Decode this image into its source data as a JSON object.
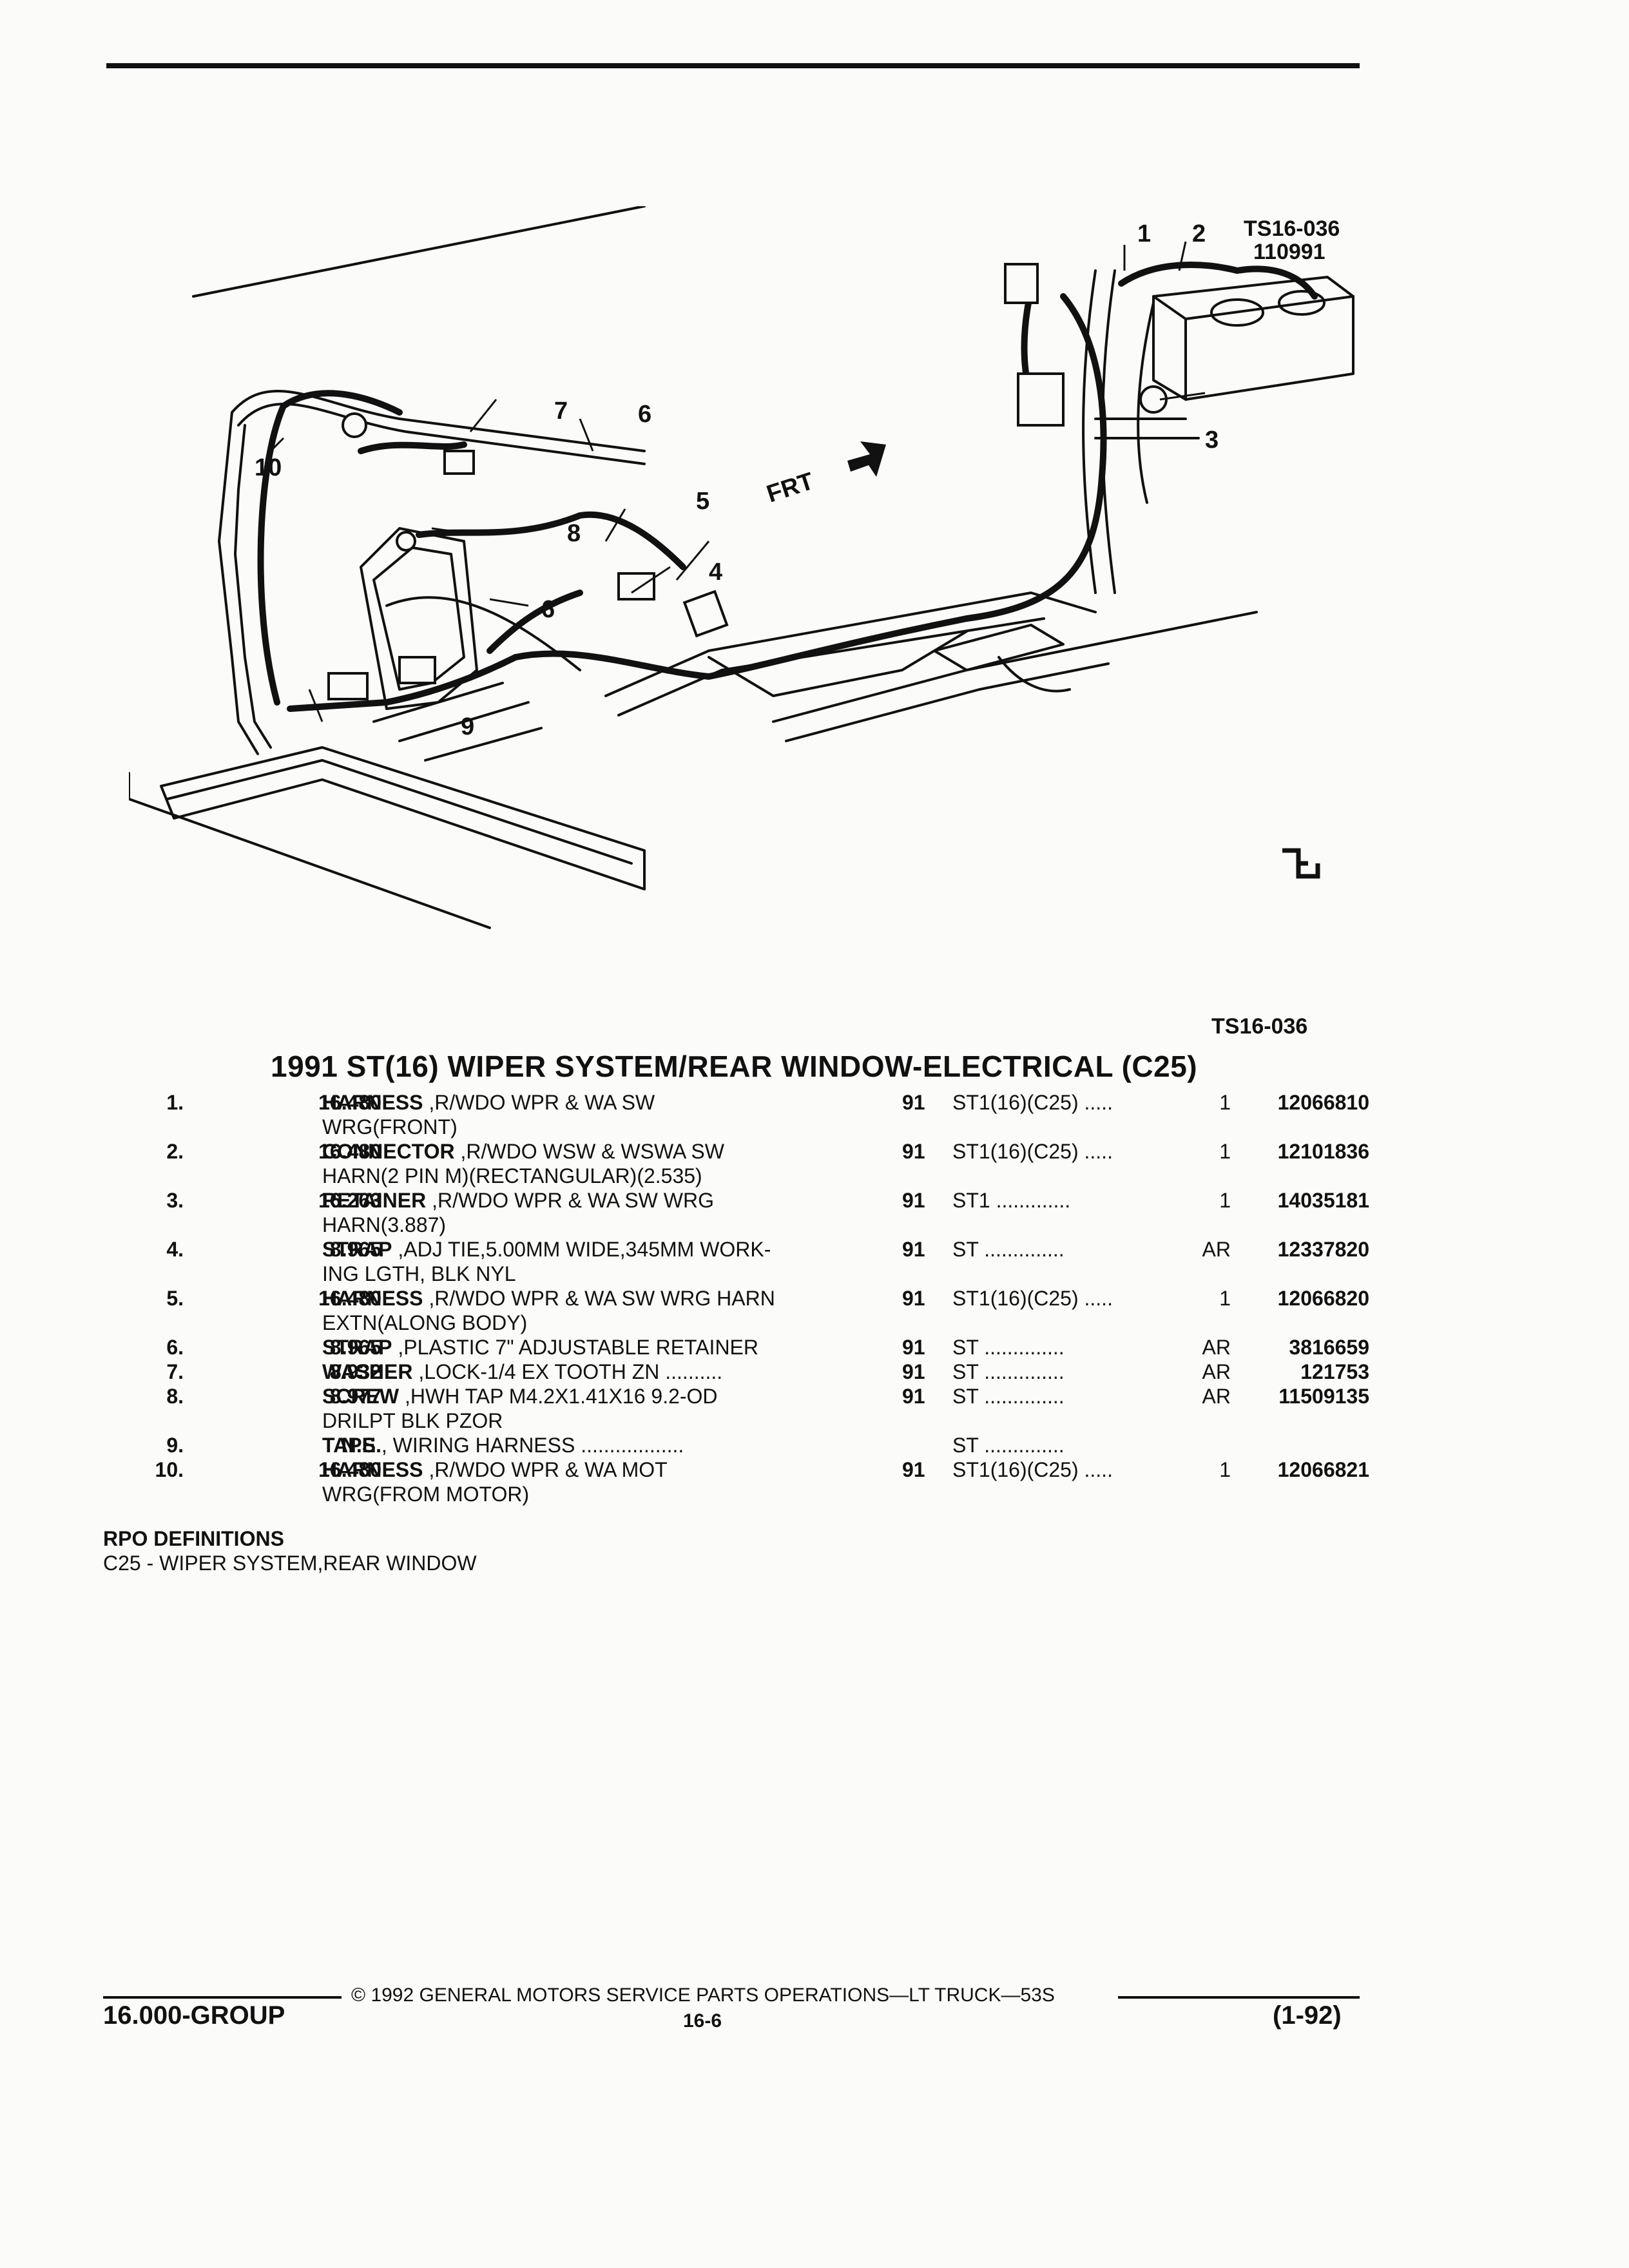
{
  "diagram": {
    "ref_top": "TS16-036",
    "ref_date": "110991",
    "ref_bottom": "TS16-036",
    "frt_label": "FRT",
    "callouts": [
      "1",
      "2",
      "3",
      "4",
      "5",
      "6",
      "7",
      "8",
      "9",
      "10"
    ]
  },
  "title": "1991 ST(16) WIPER SYSTEM/REAR WINDOW-ELECTRICAL (C25)",
  "parts": [
    {
      "no": "1.",
      "group": "16.480",
      "name": "HARNESS",
      "desc": ",R/WDO WPR & WA SW",
      "desc2": "WRG(FRONT)",
      "year": "91",
      "series": "ST1(16)(C25) .....",
      "qty": "1",
      "pn": "12066810"
    },
    {
      "no": "2.",
      "group": "16.480",
      "name": "CONNECTOR",
      "desc": ",R/WDO WSW & WSWA SW",
      "desc2": "HARN(2 PIN M)(RECTANGULAR)(2.535)",
      "year": "91",
      "series": "ST1(16)(C25) .....",
      "qty": "1",
      "pn": "12101836"
    },
    {
      "no": "3.",
      "group": "16.263",
      "name": "RETAINER",
      "desc": ",R/WDO WPR & WA SW WRG",
      "desc2": "HARN(3.887)",
      "year": "91",
      "series": "ST1 .............",
      "qty": "1",
      "pn": "14035181"
    },
    {
      "no": "4.",
      "group": "8.965",
      "name": "STRAP",
      "desc": ",ADJ TIE,5.00MM WIDE,345MM WORK-",
      "desc2": "ING LGTH, BLK NYL",
      "year": "91",
      "series": "ST ..............",
      "qty": "AR",
      "pn": "12337820"
    },
    {
      "no": "5.",
      "group": "16.480",
      "name": "HARNESS",
      "desc": ",R/WDO WPR & WA SW WRG HARN",
      "desc2": "EXTN(ALONG BODY)",
      "year": "91",
      "series": "ST1(16)(C25) .....",
      "qty": "1",
      "pn": "12066820"
    },
    {
      "no": "6.",
      "group": "8.965",
      "name": "STRAP",
      "desc": ",PLASTIC 7\" ADJUSTABLE RETAINER",
      "desc2": "",
      "year": "91",
      "series": "ST ..............",
      "qty": "AR",
      "pn": "3816659"
    },
    {
      "no": "7.",
      "group": "8.932",
      "name": "WASHER",
      "desc": ",LOCK-1/4 EX TOOTH ZN ..........",
      "desc2": "",
      "year": "91",
      "series": "ST ..............",
      "qty": "AR",
      "pn": "121753"
    },
    {
      "no": "8.",
      "group": "8.977",
      "name": "SCREW",
      "desc": ",HWH TAP M4.2X1.41X16 9.2-OD",
      "desc2": "DRILPT BLK PZOR",
      "year": "91",
      "series": "ST ..............",
      "qty": "AR",
      "pn": "11509135"
    },
    {
      "no": "9.",
      "group": "N.S.",
      "name": "TAPE",
      "desc": ", WIRING HARNESS ..................",
      "desc2": "",
      "year": "",
      "series": "ST ..............",
      "qty": "",
      "pn": ""
    },
    {
      "no": "10.",
      "group": "16.480",
      "name": "HARNESS",
      "desc": ",R/WDO WPR & WA MOT",
      "desc2": "WRG(FROM MOTOR)",
      "year": "91",
      "series": "ST1(16)(C25) .....",
      "qty": "1",
      "pn": "12066821"
    }
  ],
  "rpo": {
    "heading": "RPO DEFINITIONS",
    "definition": "C25 - WIPER SYSTEM,REAR WINDOW"
  },
  "footer": {
    "copyright": "© 1992 GENERAL MOTORS SERVICE PARTS OPERATIONS—LT TRUCK—53S",
    "group": "16.000-GROUP",
    "page": "16-6",
    "revision": "(1-92)"
  }
}
